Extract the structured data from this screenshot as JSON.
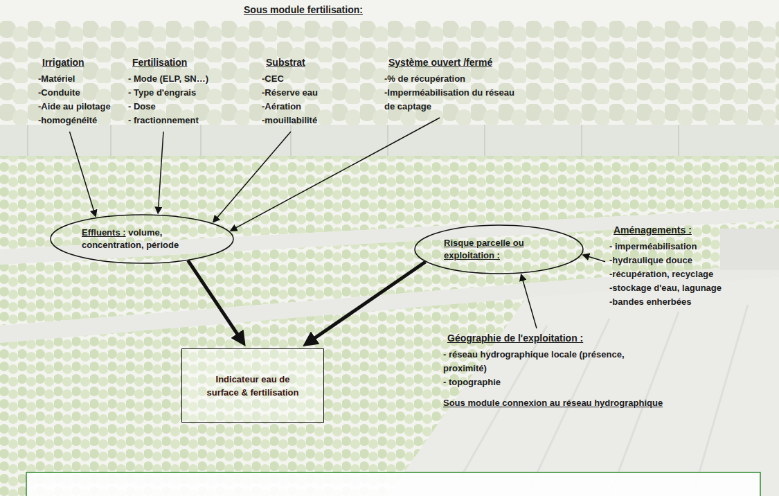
{
  "diagram": {
    "title": "Sous module fertilisation:",
    "nodes": [
      {
        "text": [
          "Irrigation",
          "-Matériel",
          "-Conduite",
          "-Aide au pilotage",
          "-homogénéité"
        ]
      },
      {
        "text": [
          "Fertilisation",
          "- Mode (ELP, SN…)",
          "- Type d'engrais",
          "- Dose",
          "- fractionnement"
        ]
      },
      {
        "text": [
          "Substrat",
          "-CEC",
          "-Réserve eau",
          "-Aération",
          "-mouillabilité"
        ]
      },
      {
        "text": [
          "Système ouvert /fermé",
          "-% de récupération",
          "-Imperméabilisation du réseau de captage"
        ]
      },
      {
        "text": [
          "Effluents :",
          "volume, concentration, période"
        ]
      },
      {
        "text": [
          "Risque parcelle ou exploitation :"
        ]
      },
      {
        "text": [
          "Aménagements :",
          "- imperméabilisation",
          "-hydraulique douce",
          "-récupération, recyclage",
          "-stockage d'eau, lagunage",
          "-bandes enherbées"
        ]
      },
      {
        "text": [
          "Géographie de l'exploitation :",
          "- réseau hydrographique locale (présence, proximité)",
          "- topographie"
        ]
      },
      {
        "text": [
          "Indicateur eau de surface & fertilisation"
        ]
      }
    ],
    "edges": [
      {
        "from": 0,
        "to": 4,
        "arrow": "to"
      },
      {
        "from": 1,
        "to": 4,
        "arrow": "to"
      },
      {
        "from": 2,
        "to": 4,
        "arrow": "to"
      },
      {
        "from": 3,
        "to": 4,
        "arrow": "to"
      },
      {
        "from": 4,
        "to": 8,
        "arrow": "to"
      },
      {
        "from": 5,
        "to": 8,
        "arrow": "to"
      },
      {
        "from": 6,
        "to": 5,
        "arrow": "to"
      },
      {
        "from": 7,
        "to": 5,
        "arrow": "to"
      }
    ],
    "labels": [
      "Sous module connexion au réseau hydrographique"
    ]
  }
}
